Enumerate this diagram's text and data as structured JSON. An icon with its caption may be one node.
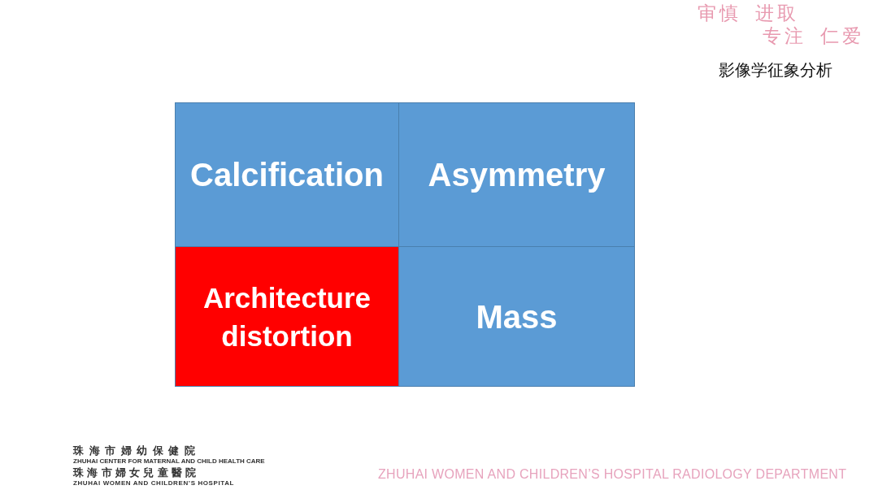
{
  "diagram": {
    "title": "影像学征象分析",
    "nodes": [
      {
        "text": [
          "Calcification"
        ]
      },
      {
        "text": [
          "Asymmetry"
        ]
      },
      {
        "text": [
          "Architecture distortion"
        ]
      },
      {
        "text": [
          "Mass"
        ]
      }
    ],
    "labels": [
      "审慎 进取",
      "专注 仁爱",
      "珠海市婦幼保健院",
      "ZHUHAI CENTER FOR MATERNAL AND CHILD HEALTH CARE",
      "珠海市婦女兒童醫院",
      "ZHUHAI WOMEN AND CHILDREN’S HOSPITAL",
      "ZHUHAI WOMEN AND CHILDREN’S HOSPITAL RADIOLOGY DEPARTMENT"
    ]
  }
}
